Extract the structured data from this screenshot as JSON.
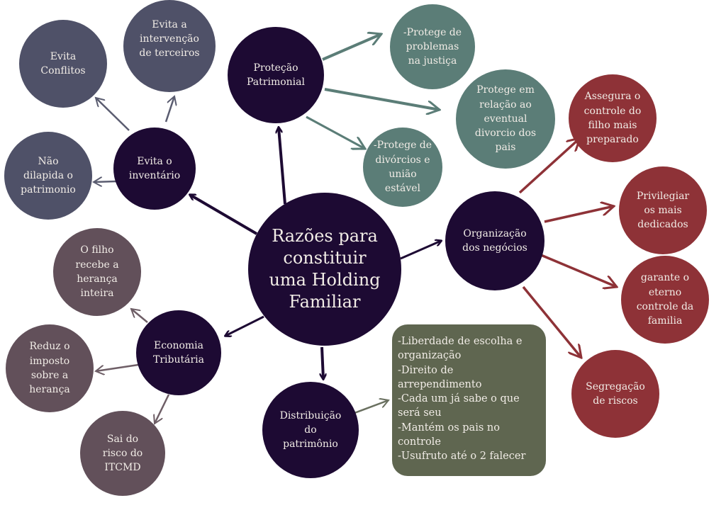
{
  "colors": {
    "dark": "#1d0a33",
    "slate": "#4f5168",
    "teal": "#5b7d77",
    "red": "#8e3237",
    "mauve": "#62505a",
    "olive": "#5f6650"
  },
  "center": {
    "label": "Razões para constituir uma Holding Familiar"
  },
  "inventario": {
    "label": "Evita o\ninventário",
    "children": [
      "Evita\nConflitos",
      "Evita a\nintervenção\nde terceiros",
      "Não\ndilapida o\npatrimonio"
    ]
  },
  "protecao": {
    "label": "Proteção\nPatrimonial",
    "children": [
      "-Protege de\nproblemas\nna justiça",
      "Protege em\nrelação ao\neventual\ndivorcio dos\npais",
      "-Protege de\ndivórcios e\nunião\nestável"
    ]
  },
  "organizacao": {
    "label": "Organização\ndos negócios",
    "children": [
      "Assegura o\ncontrole do\nfilho mais\npreparado",
      "Privilegiar\nos mais\ndedicados",
      "garante o\neterno\ncontrole da\nfamilia",
      "Segregação\nde riscos"
    ]
  },
  "economia": {
    "label": "Economia\nTributária",
    "children": [
      "O filho\nrecebe a\nherança\ninteira",
      "Reduz  o\nimposto\nsobre a\nherança",
      "Sai do\nrisco do\nITCMD"
    ]
  },
  "distribuicao": {
    "label": "Distribuição\ndo\npatrimônio",
    "items": [
      "-Liberdade de escolha e organização",
      "-Direito de arrependimento",
      "-Cada um já sabe o que será seu",
      "-Mantém os pais no controle",
      "-Usufruto até o 2 falecer"
    ]
  }
}
